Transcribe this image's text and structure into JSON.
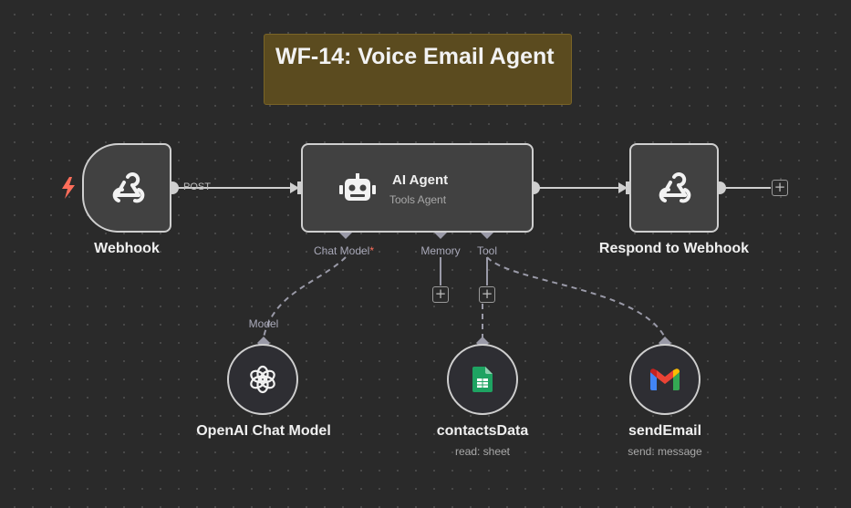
{
  "sticky_note": {
    "title": "WF-14: Voice Email Agent"
  },
  "nodes": {
    "webhook": {
      "label": "Webhook",
      "icon": "webhook-icon"
    },
    "ai_agent": {
      "title": "AI Agent",
      "subtitle": "Tools Agent",
      "icon": "robot-icon"
    },
    "respond": {
      "label": "Respond to Webhook",
      "icon": "webhook-icon"
    },
    "openai": {
      "label": "OpenAI Chat Model",
      "icon": "openai-icon"
    },
    "contacts": {
      "label": "contactsData",
      "subtitle": "read: sheet",
      "icon": "google-sheets-icon"
    },
    "send_email": {
      "label": "sendEmail",
      "subtitle": "send: message",
      "icon": "gmail-icon"
    }
  },
  "connections": {
    "post_label": "POST",
    "chat_model_label": "Chat Model",
    "required_mark": "*",
    "memory_label": "Memory",
    "tool_label": "Tool",
    "model_label": "Model"
  },
  "colors": {
    "canvas_bg": "#2a2a2a",
    "sticky_bg": "#5b4b1f",
    "node_bg": "#414141",
    "trigger_bolt": "#ff6d5a",
    "sheets_green": "#1ea362",
    "port_gray": "#9a9aa8"
  }
}
